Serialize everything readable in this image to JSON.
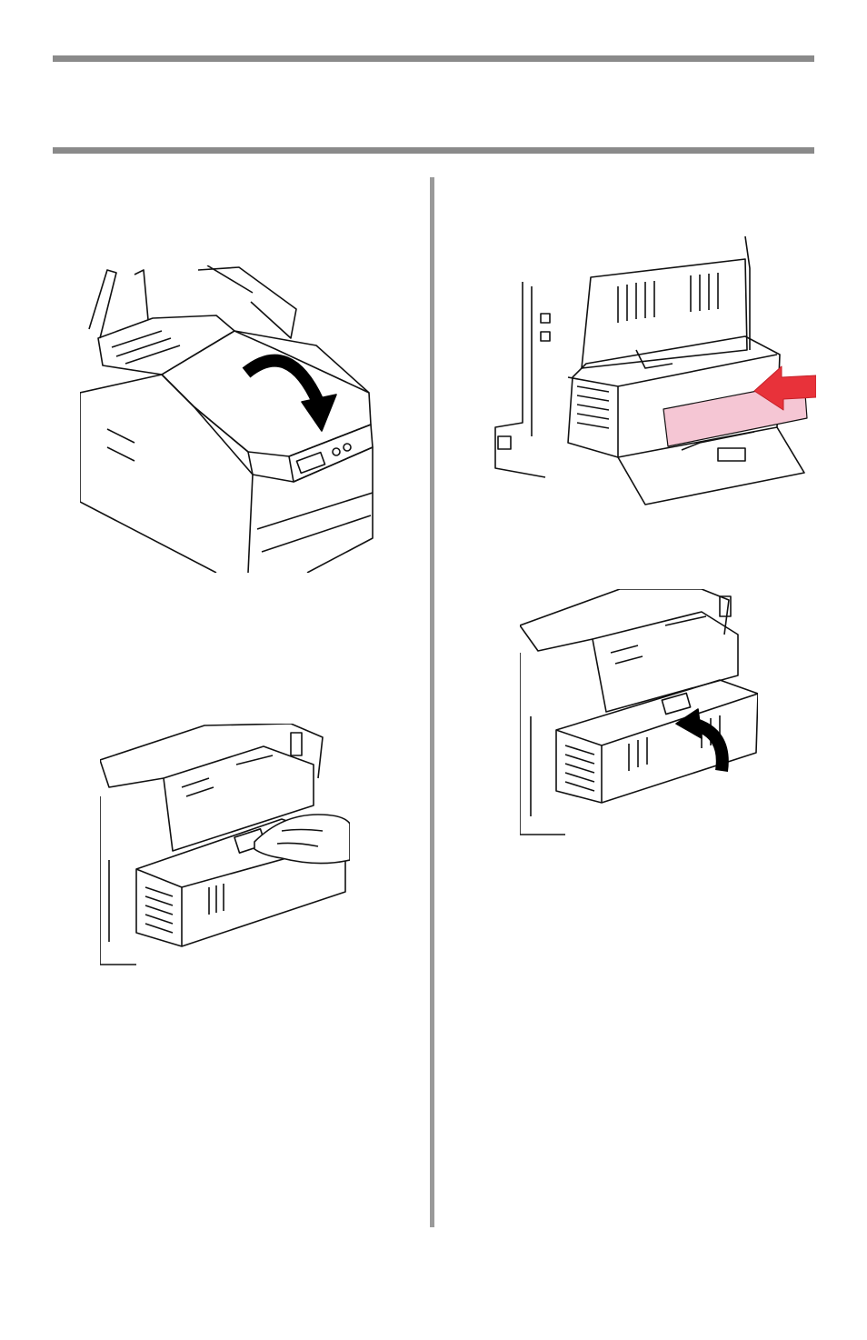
{
  "page": {
    "background": "#ffffff",
    "rule_color": "#8a8a8a",
    "divider_color": "#9a9a9a"
  },
  "figures": [
    {
      "name": "printer-top-cover-closing",
      "icon": "curved-arrow-down-icon"
    },
    {
      "name": "duplex-unit-latch-press",
      "icon": "hand-icon"
    },
    {
      "name": "duplex-unit-paper-removal",
      "icon": "red-arrow-left-icon",
      "accent": "#e8323a",
      "paper_color": "#f5c6d4"
    },
    {
      "name": "duplex-unit-reinsert",
      "icon": "curved-arrow-up-icon"
    }
  ]
}
